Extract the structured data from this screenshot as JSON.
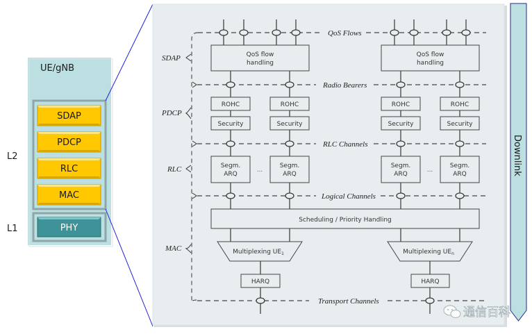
{
  "stack": {
    "title": "UE/gNB",
    "l2_label": "L2",
    "l1_label": "L1",
    "layers": [
      {
        "label": "SDAP",
        "color": "#FFC800"
      },
      {
        "label": "PDCP",
        "color": "#FFC800"
      },
      {
        "label": "RLC",
        "color": "#FFC800"
      },
      {
        "label": "MAC",
        "color": "#FFC800"
      }
    ],
    "phy": {
      "label": "PHY",
      "color": "#3E9398"
    },
    "panel_color": "#BCDFE2"
  },
  "detail": {
    "layer_labels": {
      "sdap": "SDAP",
      "pdcp": "PDCP",
      "rlc": "RLC",
      "mac": "MAC"
    },
    "channel_labels": {
      "qos": "QoS Flows",
      "radio": "Radio Bearers",
      "rlc": "RLC Channels",
      "logical": "Logical Channels",
      "transport": "Transport Channels"
    },
    "blocks": {
      "qos_handling_line1": "QoS flow",
      "qos_handling_line2": "handling",
      "rohc": "ROHC",
      "security": "Security",
      "segm_line1": "Segm.",
      "segm_line2": "ARQ",
      "ellipsis": "...",
      "scheduling": "Scheduling / Priority Handling",
      "mux_left": "Multiplexing UE",
      "mux_left_sub": "1",
      "mux_right": "Multiplexing UE",
      "mux_right_sub": "n",
      "harq": "HARQ"
    },
    "direction": "Downlink"
  },
  "watermark": {
    "text": "通信百科",
    "icon": "wechat-icon"
  }
}
